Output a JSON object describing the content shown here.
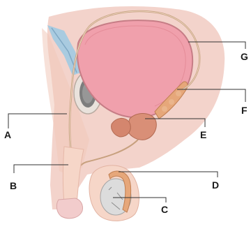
{
  "labels": {
    "a": "A",
    "b": "B",
    "c": "C",
    "d": "D",
    "e": "E",
    "f": "F",
    "g": "G"
  },
  "colors": {
    "background": "#ffffff",
    "body_silhouette": "#f3d3cb",
    "skin": "#f6d6c8",
    "bladder": "#f0a0ac",
    "bladder_outline": "#c67d86",
    "seminal_vesicle": "#e6a77a",
    "prostate": "#d98f77",
    "bone": "#9a9a9a",
    "vessels": "#a9cbe0",
    "duct": "#c7a07e",
    "testis": "#dcdcdc",
    "glans": "#f2cccc",
    "leader_lines": "#333333"
  }
}
